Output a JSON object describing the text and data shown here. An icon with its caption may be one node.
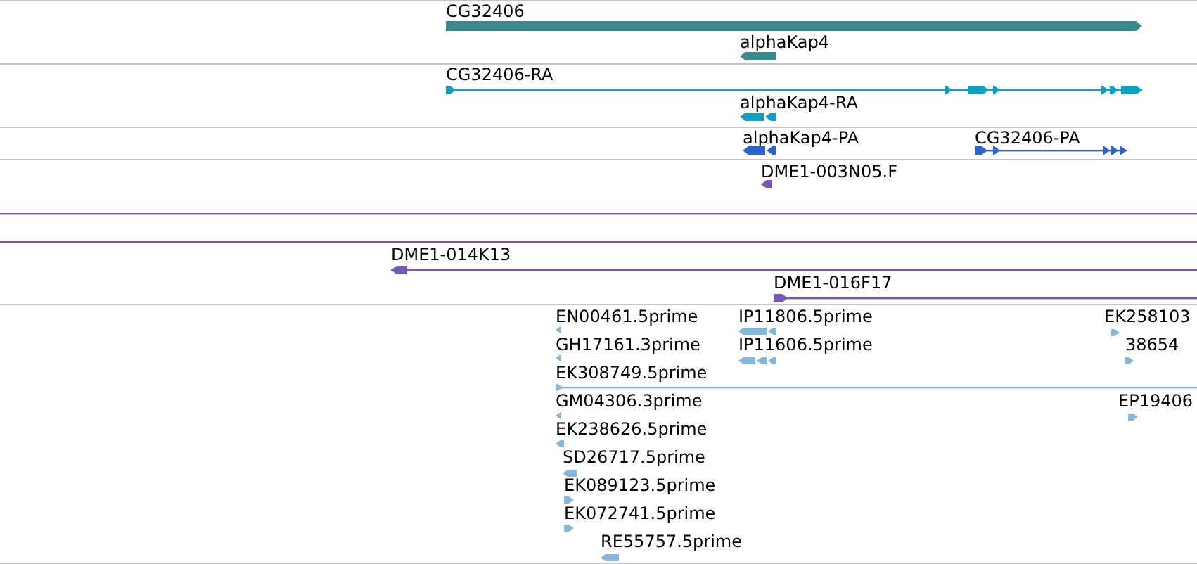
{
  "diagram": {
    "nodes": [
      {
        "text": [
          "CG32406"
        ]
      },
      {
        "text": [
          "alphaKap4"
        ]
      },
      {
        "text": [
          "CG32406-RA"
        ]
      },
      {
        "text": [
          "alphaKap4-RA"
        ]
      },
      {
        "text": [
          "alphaKap4-PA"
        ]
      },
      {
        "text": [
          "CG32406-PA"
        ]
      },
      {
        "text": [
          "DME1-003N05.F"
        ]
      },
      {
        "text": [],
        "shape": "line"
      },
      {
        "text": [],
        "shape": "line"
      },
      {
        "text": [
          "DME1-014K13"
        ]
      },
      {
        "text": [
          "DME1-016F17"
        ]
      },
      {
        "text": [
          "EN00461.5prime"
        ]
      },
      {
        "text": [
          "IP11806.5prime"
        ]
      },
      {
        "text": [
          "EK258103"
        ]
      },
      {
        "text": [
          "GH17161.3prime"
        ]
      },
      {
        "text": [
          "IP11606.5prime"
        ]
      },
      {
        "text": [
          "38654"
        ]
      },
      {
        "text": [
          "EK308749.5prime"
        ]
      },
      {
        "text": [
          "GM04306.3prime"
        ]
      },
      {
        "text": [
          "EP19406"
        ]
      },
      {
        "text": [
          "EK238626.5prime"
        ]
      },
      {
        "text": [
          "SD26717.5prime"
        ]
      },
      {
        "text": [
          "EK089123.5prime"
        ]
      },
      {
        "text": [
          "EK072741.5prime"
        ]
      },
      {
        "text": [
          "RE55757.5prime"
        ]
      }
    ]
  }
}
